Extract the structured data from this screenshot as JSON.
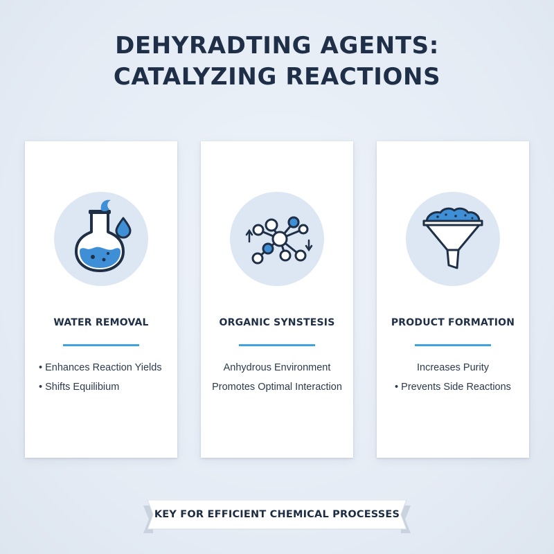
{
  "title": {
    "line1": "DEHYRADTING AGENTS:",
    "line2": "CATALYZING REACTIONS"
  },
  "cards": [
    {
      "icon": "flask-with-water-drops-icon",
      "title": "WATER REMOVAL",
      "points": [
        "• Enhances Reaction Yields",
        "• Shifts Equilibium"
      ]
    },
    {
      "icon": "molecule-network-icon",
      "title": "ORGANIC SYNSTESIS",
      "points": [
        "Anhydrous Environment",
        "Promotes Optimal Interaction"
      ]
    },
    {
      "icon": "funnel-with-powder-icon",
      "title": "PRODUCT FORMATION",
      "points": [
        "Increases Purity",
        "• Prevents Side Reactions"
      ]
    }
  ],
  "banner": {
    "text": "KEY FOR EFFICIENT CHEMICAL PROCESSES"
  },
  "colors": {
    "accent": "#3fa2e0",
    "heading": "#1e2f47",
    "icon_stroke": "#1f2f46",
    "icon_fill": "#3f8fd6",
    "circle": "#dde7f3"
  }
}
